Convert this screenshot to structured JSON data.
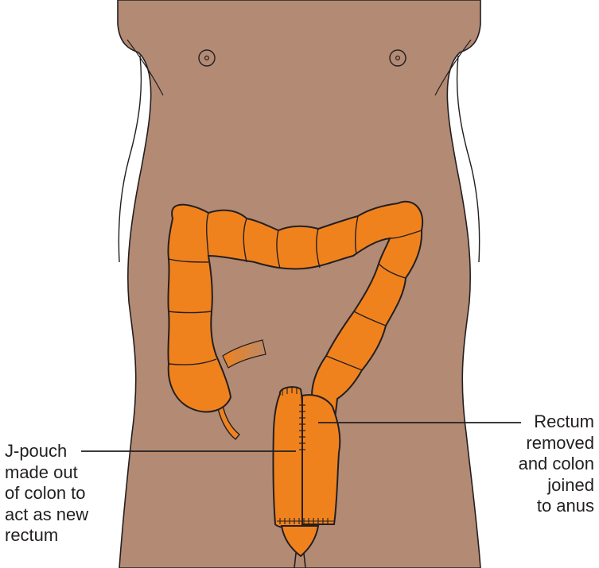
{
  "annotations": {
    "left": {
      "lines": [
        "J-pouch",
        "made out",
        "of colon to",
        "act as new",
        "rectum"
      ]
    },
    "right": {
      "lines": [
        "Rectum",
        "removed",
        "and colon",
        "joined",
        "to anus"
      ]
    }
  },
  "colors": {
    "skin": "#b38a74",
    "colon": "#f0821e",
    "outline": "#231f20",
    "text": "#231f20"
  }
}
